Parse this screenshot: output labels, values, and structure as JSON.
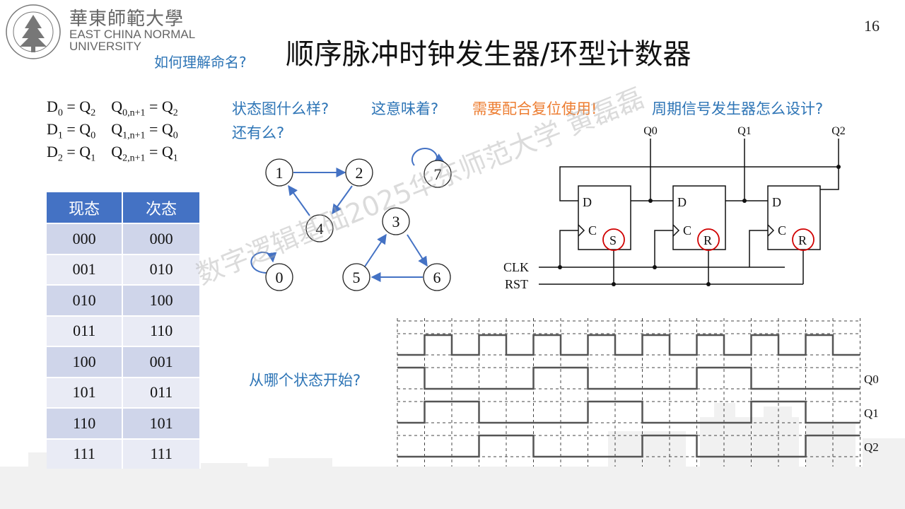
{
  "header": {
    "logo_cn": "華東師範大學",
    "logo_en_line1": "EAST CHINA NORMAL",
    "logo_en_line2": "UNIVERSITY",
    "seal_text": "EAST CHINA NORMAL UNIVERSITY",
    "page_number": "16",
    "subtitle": "如何理解命名?",
    "title": "顺序脉冲时钟发生器/环型计数器"
  },
  "equations": [
    {
      "d": "0",
      "dq": "2",
      "q": "0,n+1",
      "qq": "2"
    },
    {
      "d": "1",
      "dq": "0",
      "q": "1,n+1",
      "qq": "0"
    },
    {
      "d": "2",
      "dq": "1",
      "q": "2,n+1",
      "qq": "1"
    }
  ],
  "questions": {
    "q1": "状态图什么样?",
    "q2": "这意味着?",
    "q3": "需要配合复位使用!",
    "q4": "周期信号发生器怎么设计?",
    "q5": "还有么?",
    "q6": "从哪个状态开始?"
  },
  "colors": {
    "accent_blue": "#2e75b6",
    "accent_orange": "#ed7d31",
    "table_header": "#4472c4",
    "reset_circle": "#d00000"
  },
  "table": {
    "headers": [
      "现态",
      "次态"
    ],
    "rows": [
      [
        "000",
        "000"
      ],
      [
        "001",
        "010"
      ],
      [
        "010",
        "100"
      ],
      [
        "011",
        "110"
      ],
      [
        "100",
        "001"
      ],
      [
        "101",
        "011"
      ],
      [
        "110",
        "101"
      ],
      [
        "111",
        "111"
      ]
    ]
  },
  "state_diagram": {
    "nodes": [
      "1",
      "2",
      "4",
      "7",
      "3",
      "0",
      "5",
      "6"
    ]
  },
  "circuit": {
    "outputs": [
      "Q0",
      "Q1",
      "Q2"
    ],
    "ff_d_label": "D",
    "ff_c_label": "C",
    "ff_reset_labels": [
      "S",
      "R",
      "R"
    ],
    "clk_label": "CLK",
    "rst_label": "RST"
  },
  "timing": {
    "labels": [
      "Q0",
      "Q1",
      "Q2"
    ]
  },
  "watermark": "数字逻辑基础2025华东师范大学 黄磊磊"
}
